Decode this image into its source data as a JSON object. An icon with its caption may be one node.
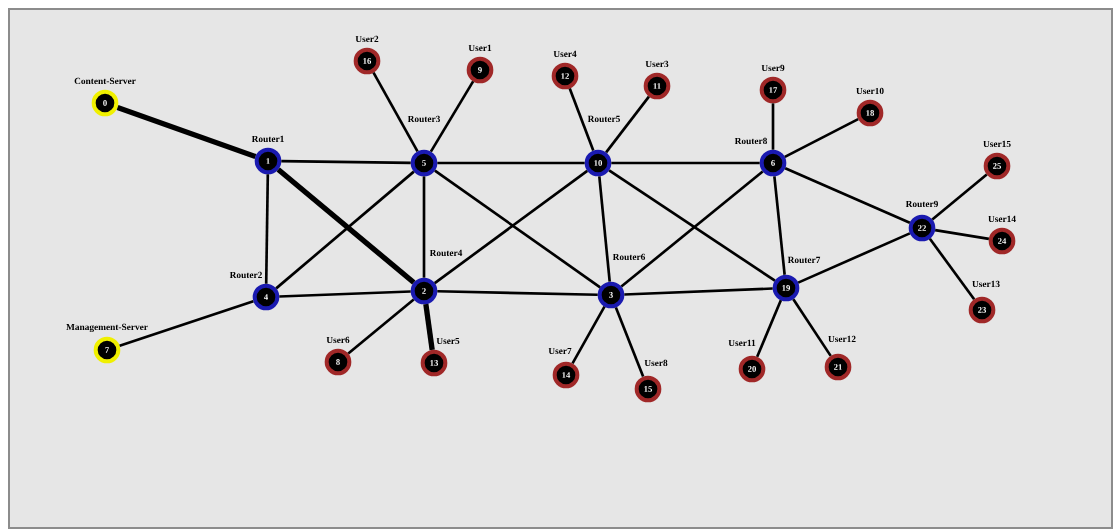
{
  "diagram": {
    "nodes": [
      {
        "text": [
          "Content-Server",
          "0"
        ]
      },
      {
        "text": [
          "Router1",
          "1"
        ]
      },
      {
        "text": [
          "Router3",
          "5"
        ]
      },
      {
        "text": [
          "Router5",
          "10"
        ]
      },
      {
        "text": [
          "Router8",
          "6"
        ]
      },
      {
        "text": [
          "Router9",
          "22"
        ]
      },
      {
        "text": [
          "Router2",
          "4"
        ]
      },
      {
        "text": [
          "Router4",
          "2"
        ]
      },
      {
        "text": [
          "Router6",
          "3"
        ]
      },
      {
        "text": [
          "Router7",
          "19"
        ]
      },
      {
        "text": [
          "Management-Server",
          "7"
        ]
      },
      {
        "text": [
          "User2",
          "16"
        ]
      },
      {
        "text": [
          "User1",
          "9"
        ]
      },
      {
        "text": [
          "User4",
          "12"
        ]
      },
      {
        "text": [
          "User3",
          "11"
        ]
      },
      {
        "text": [
          "User9",
          "17"
        ]
      },
      {
        "text": [
          "User10",
          "18"
        ]
      },
      {
        "text": [
          "User15",
          "25"
        ]
      },
      {
        "text": [
          "User14",
          "24"
        ]
      },
      {
        "text": [
          "User13",
          "23"
        ]
      },
      {
        "text": [
          "User6",
          "8"
        ]
      },
      {
        "text": [
          "User5",
          "13"
        ]
      },
      {
        "text": [
          "User7",
          "14"
        ]
      },
      {
        "text": [
          "User8",
          "15"
        ]
      },
      {
        "text": [
          "User11",
          "20"
        ]
      },
      {
        "text": [
          "User12",
          "21"
        ]
      }
    ],
    "edges": [
      {
        "from": 0,
        "to": 1,
        "arrow": "none",
        "style": "thick"
      },
      {
        "from": 10,
        "to": 6,
        "arrow": "none"
      },
      {
        "from": 1,
        "to": 2,
        "arrow": "none"
      },
      {
        "from": 1,
        "to": 6,
        "arrow": "none"
      },
      {
        "from": 1,
        "to": 7,
        "arrow": "none",
        "style": "thick"
      },
      {
        "from": 2,
        "to": 3,
        "arrow": "none"
      },
      {
        "from": 2,
        "to": 6,
        "arrow": "none"
      },
      {
        "from": 2,
        "to": 7,
        "arrow": "none"
      },
      {
        "from": 2,
        "to": 8,
        "arrow": "none"
      },
      {
        "from": 2,
        "to": 11,
        "arrow": "none"
      },
      {
        "from": 2,
        "to": 12,
        "arrow": "none"
      },
      {
        "from": 3,
        "to": 13,
        "arrow": "none"
      },
      {
        "from": 3,
        "to": 14,
        "arrow": "none"
      },
      {
        "from": 3,
        "to": 4,
        "arrow": "none"
      },
      {
        "from": 3,
        "to": 7,
        "arrow": "none"
      },
      {
        "from": 3,
        "to": 8,
        "arrow": "none"
      },
      {
        "from": 3,
        "to": 9,
        "arrow": "none"
      },
      {
        "from": 4,
        "to": 15,
        "arrow": "none"
      },
      {
        "from": 4,
        "to": 16,
        "arrow": "none"
      },
      {
        "from": 4,
        "to": 8,
        "arrow": "none"
      },
      {
        "from": 4,
        "to": 9,
        "arrow": "none"
      },
      {
        "from": 4,
        "to": 5,
        "arrow": "none"
      },
      {
        "from": 5,
        "to": 9,
        "arrow": "none"
      },
      {
        "from": 5,
        "to": 17,
        "arrow": "none"
      },
      {
        "from": 5,
        "to": 18,
        "arrow": "none"
      },
      {
        "from": 5,
        "to": 19,
        "arrow": "none"
      },
      {
        "from": 6,
        "to": 7,
        "arrow": "none"
      },
      {
        "from": 7,
        "to": 8,
        "arrow": "none"
      },
      {
        "from": 7,
        "to": 20,
        "arrow": "none"
      },
      {
        "from": 7,
        "to": 21,
        "arrow": "none",
        "style": "thick"
      },
      {
        "from": 8,
        "to": 9,
        "arrow": "none"
      },
      {
        "from": 8,
        "to": 22,
        "arrow": "none"
      },
      {
        "from": 8,
        "to": 23,
        "arrow": "none"
      },
      {
        "from": 9,
        "to": 24,
        "arrow": "none"
      },
      {
        "from": 9,
        "to": 25,
        "arrow": "none"
      }
    ]
  }
}
